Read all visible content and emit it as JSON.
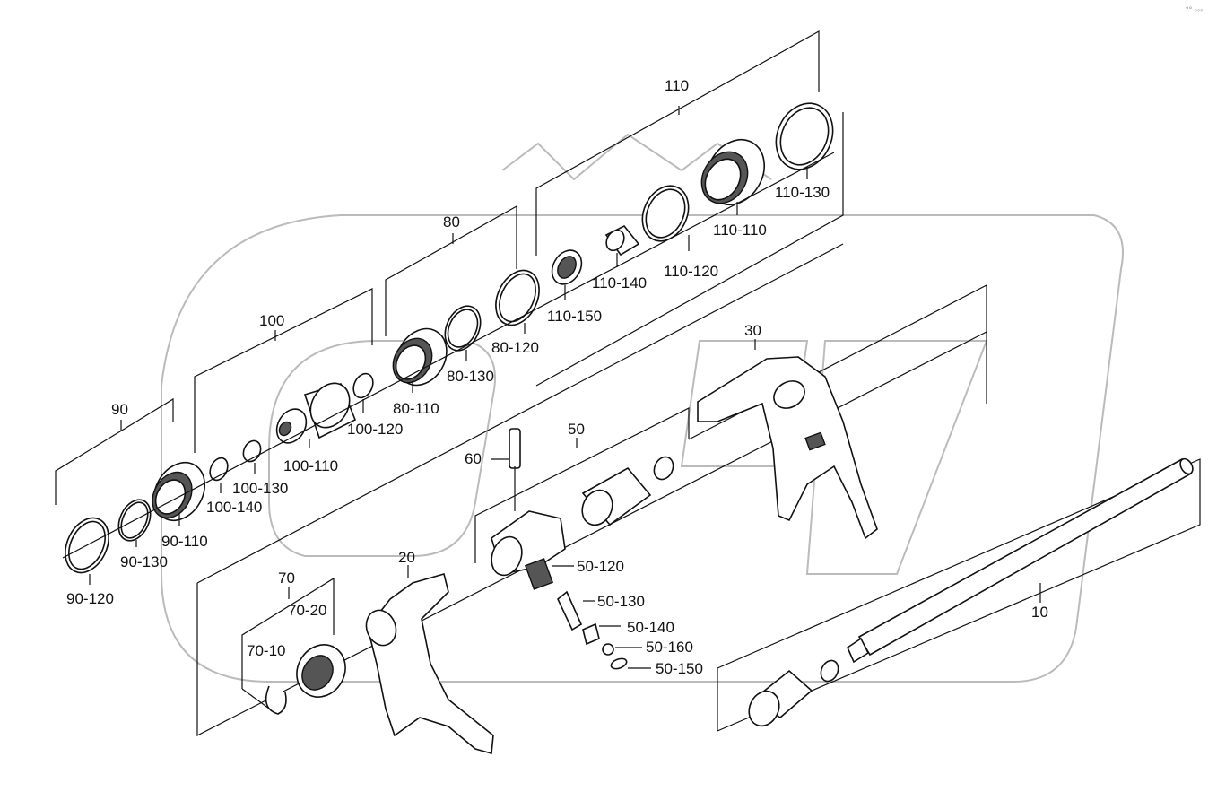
{
  "corner_mark": "°° ◦◦◦",
  "labels": {
    "l110": "110",
    "l110_130": "110-130",
    "l110_110": "110-110",
    "l110_120": "110-120",
    "l110_140": "110-140",
    "l110_150": "110-150",
    "l80": "80",
    "l80_120": "80-120",
    "l80_130": "80-130",
    "l80_110": "80-110",
    "l100": "100",
    "l100_120": "100-120",
    "l100_110": "100-110",
    "l100_130": "100-130",
    "l100_140": "100-140",
    "l90": "90",
    "l90_110": "90-110",
    "l90_130": "90-130",
    "l90_120": "90-120",
    "l30": "30",
    "l50": "50",
    "l60": "60",
    "l50_120": "50-120",
    "l50_130": "50-130",
    "l50_140": "50-140",
    "l50_160": "50-160",
    "l50_150": "50-150",
    "l20": "20",
    "l70": "70",
    "l70_20": "70-20",
    "l70_10": "70-10",
    "l10": "10"
  },
  "colors": {
    "line": "#111111",
    "watermark": "#bbbbbb",
    "background": "#ffffff"
  }
}
